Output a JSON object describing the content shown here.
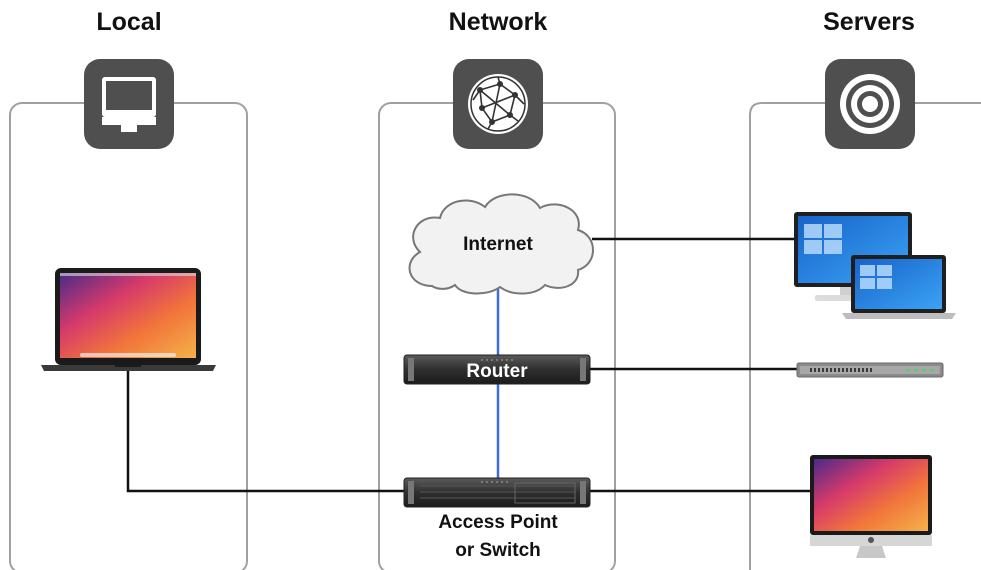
{
  "columns": {
    "local": {
      "title": "Local",
      "icon": "imac-monitor-icon"
    },
    "network": {
      "title": "Network",
      "icon": "globe-network-icon"
    },
    "servers": {
      "title": "Servers",
      "icon": "target-server-icon"
    }
  },
  "nodes": {
    "internet": {
      "label": "Internet"
    },
    "router": {
      "label": "Router"
    },
    "access_point": {
      "label_line1": "Access Point",
      "label_line2": "or Switch"
    }
  },
  "devices": {
    "local": [
      "macbook-laptop"
    ],
    "servers": [
      "windows-desktop-and-laptop",
      "rack-server-unit",
      "imac-desktop"
    ]
  },
  "colors": {
    "icon_tile": "#4f4f4f",
    "panel_border": "#a0a0a0",
    "link_line": "#111111",
    "uplink_line": "#3b6fd6",
    "rack_unit": "#3a3a3a",
    "cloud_fill": "#f2f2f2"
  }
}
